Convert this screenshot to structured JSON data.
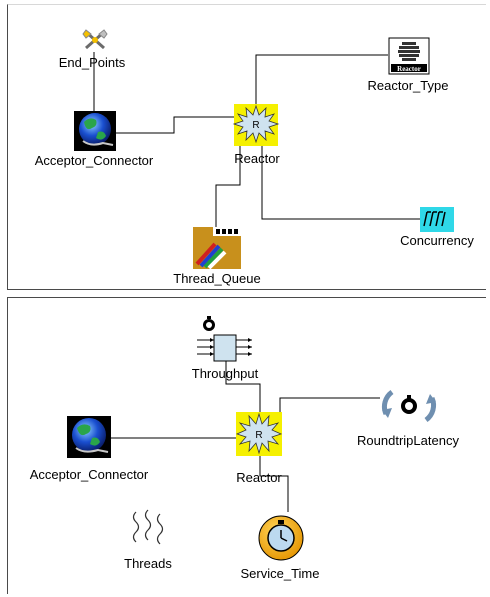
{
  "top_model": {
    "nodes": {
      "end_points": "End_Points",
      "acceptor_connector": "Acceptor_Connector",
      "reactor": "Reactor",
      "reactor_type": "Reactor_Type",
      "thread_queue": "Thread_Queue",
      "concurrency": "Concurrency"
    },
    "reactor_icon_letter": "R",
    "reactor_type_icon_text": "Reactor"
  },
  "bottom_model": {
    "nodes": {
      "throughput": "Throughput",
      "acceptor_connector": "Acceptor_Connector",
      "reactor": "Reactor",
      "roundtrip_latency": "RoundtripLatency",
      "threads": "Threads",
      "service_time": "Service_Time"
    },
    "reactor_icon_letter": "R"
  },
  "colors": {
    "reactor_bg": "#f5f000",
    "reactor_star": "#cfe3ef",
    "concurrency_bg": "#2fd8e8",
    "thread_queue_bg": "#c8901c",
    "service_time_ring": "#f2a500",
    "globe_blue": "#1a4fd0",
    "globe_green": "#2aa54a"
  }
}
